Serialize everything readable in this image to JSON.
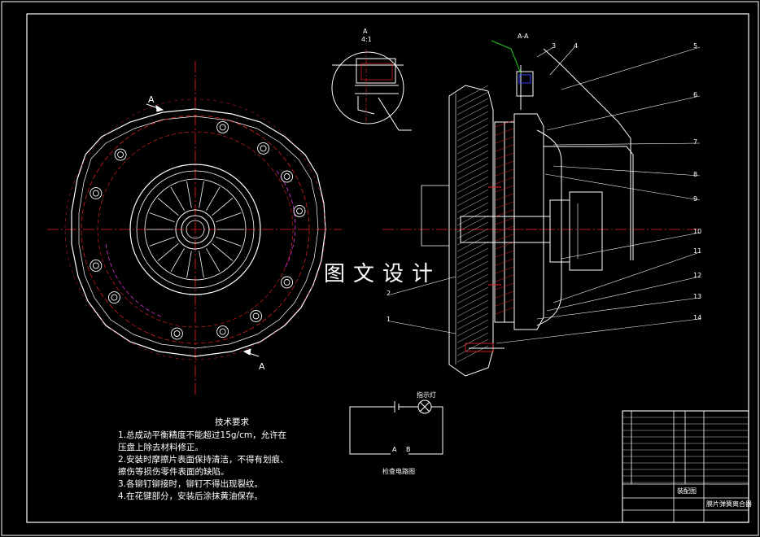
{
  "watermark": "图文设计",
  "section_label": "A-A",
  "detail_label": "A",
  "detail_scale": "4:1",
  "view_marker_a": "A",
  "circuit": {
    "lamp_label": "指示灯",
    "terminal_a": "A",
    "terminal_b": "B",
    "caption": "检查电路图"
  },
  "tech_notes": {
    "title": "技术要求",
    "items": [
      "1.总成动平衡精度不能超过15g/cm，允许在",
      "压盘上除去材料修正。",
      "2.安装时摩擦片表面保持清洁，不得有划痕、",
      "擦伤等损伤零件表面的缺陷。",
      "3.各铆钉铆接时，铆钉不得出现裂纹。",
      "4.在花键部分，安装后涂抹黄油保存。"
    ]
  },
  "part_numbers": [
    "1",
    "2",
    "3",
    "4",
    "5",
    "6",
    "7",
    "8",
    "9",
    "10",
    "11",
    "12",
    "13",
    "14"
  ],
  "title_block": {
    "drawing_name": "膜片弹簧离合器",
    "material": "装配图"
  }
}
